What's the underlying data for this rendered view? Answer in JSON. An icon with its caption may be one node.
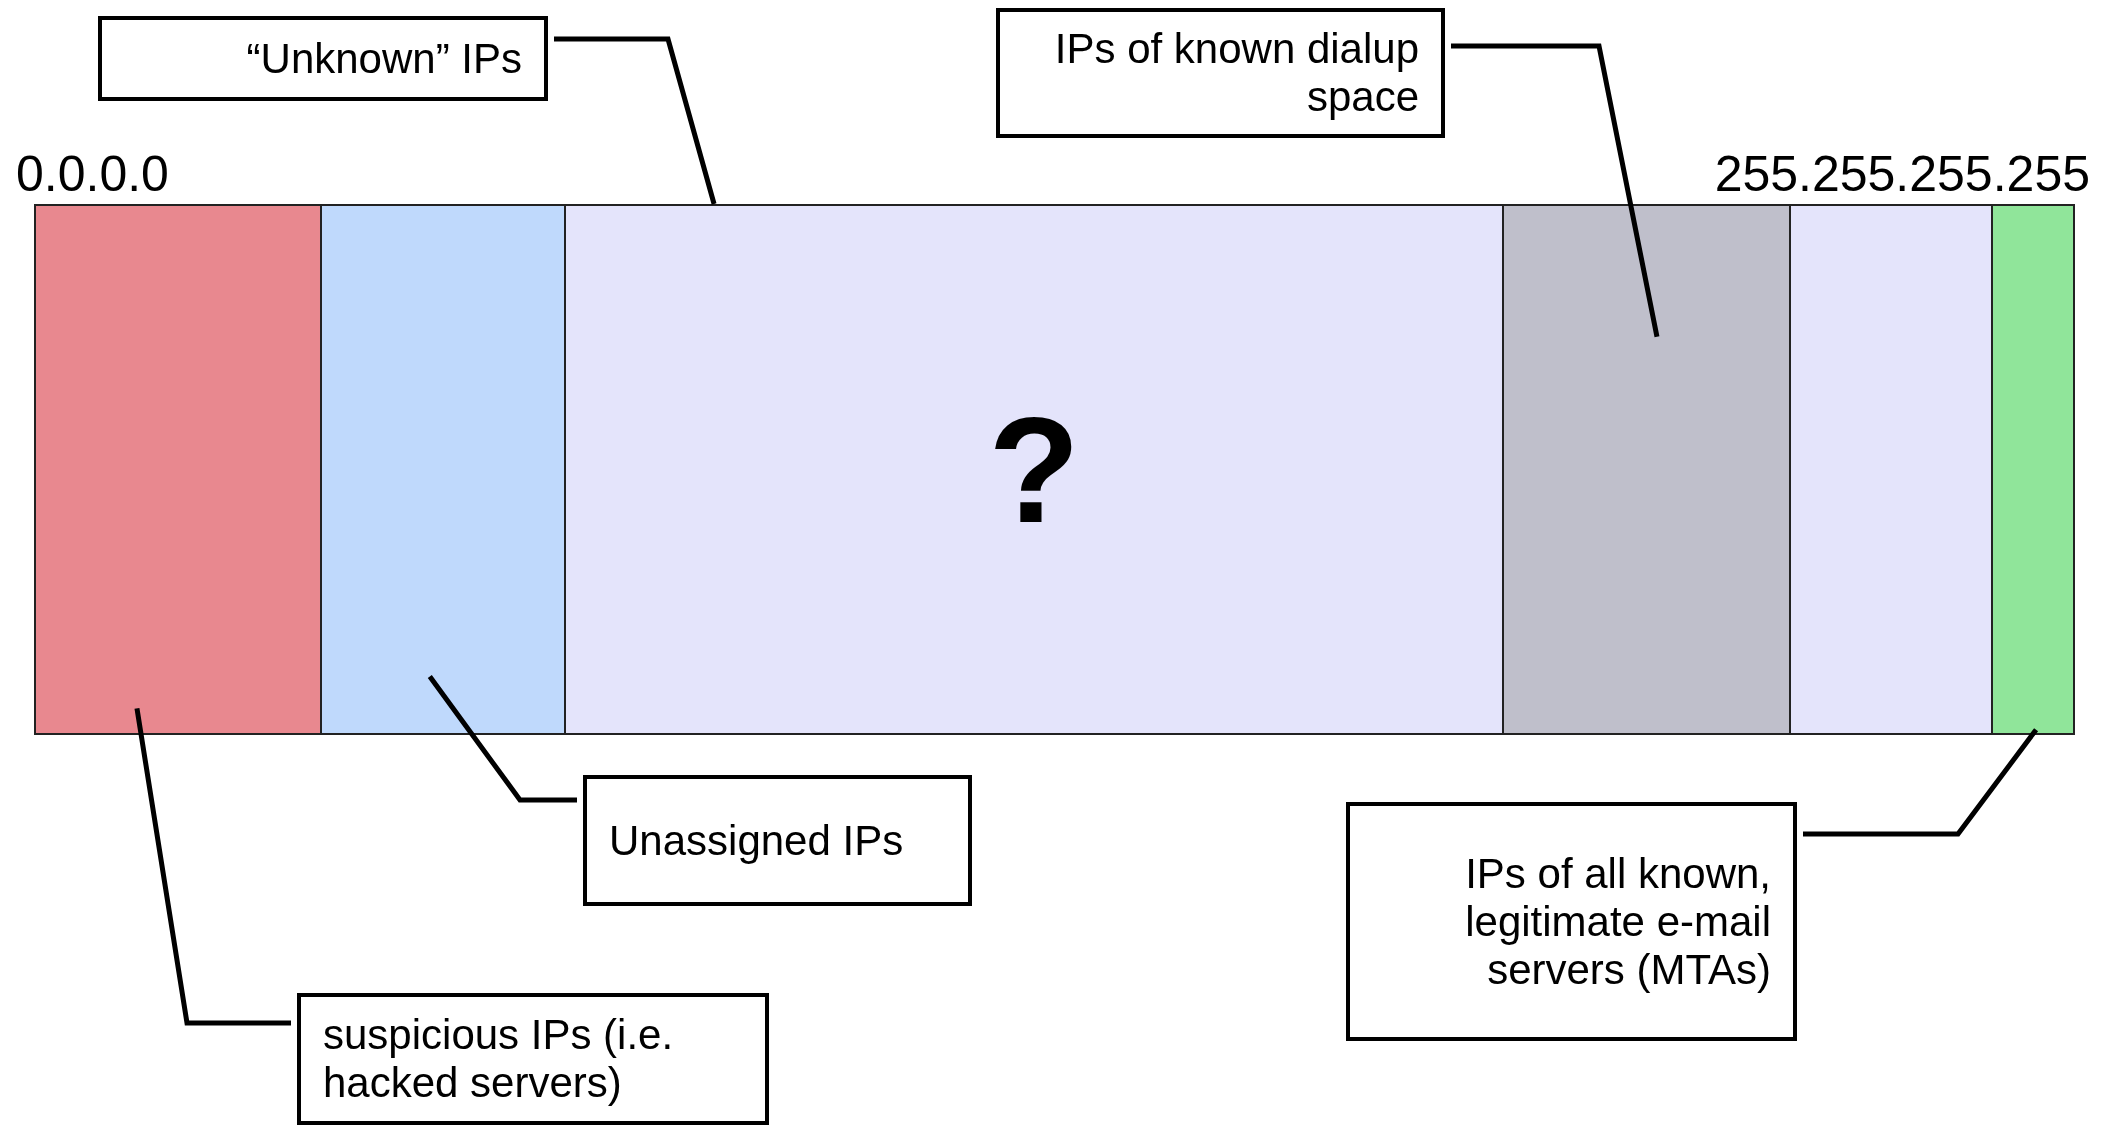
{
  "diagram": {
    "nodes": [
      {
        "text": [
          "“Unknown” IPs"
        ]
      },
      {
        "text": [
          "IPs of known dialup space"
        ]
      },
      {
        "text": [],
        "shape": "bar"
      },
      {
        "text": [],
        "shape": "bar"
      },
      {
        "text": [
          "?"
        ]
      },
      {
        "text": [],
        "shape": "bar"
      },
      {
        "text": [],
        "shape": "bar"
      },
      {
        "text": [],
        "shape": "bar"
      },
      {
        "text": [
          "Unassigned IPs"
        ]
      },
      {
        "text": [
          "IPs of all known, legitimate e-mail servers (MTAs)"
        ]
      },
      {
        "text": [
          "suspicious IPs (i.e. hacked servers)"
        ]
      }
    ],
    "edges": [
      {
        "from": 0,
        "to": 4,
        "arrow": "none"
      },
      {
        "from": 1,
        "to": 5,
        "arrow": "none"
      },
      {
        "from": 8,
        "to": 3,
        "arrow": "none"
      },
      {
        "from": 9,
        "to": 7,
        "arrow": "none"
      },
      {
        "from": 10,
        "to": 2,
        "arrow": "none"
      }
    ],
    "labels": [
      "0.0.0.0",
      "255.255.255.255"
    ]
  }
}
